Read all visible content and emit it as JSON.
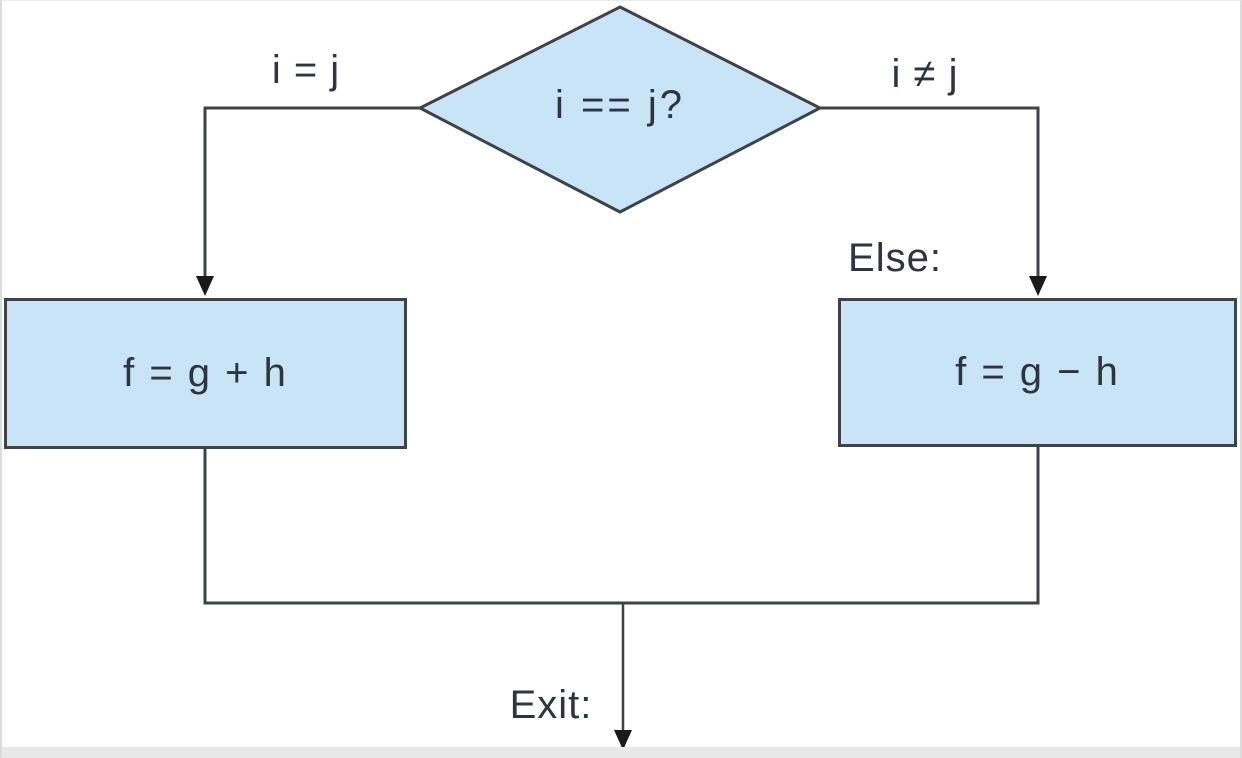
{
  "figure": {
    "type": "flowchart",
    "background_color": "#ffffff",
    "shape_fill_color": "#c8e4f6",
    "stroke_color": "#3e4347",
    "text_color": "#2c3540",
    "bottom_strip_color": "#e8e8e8"
  },
  "nodes": {
    "decision": {
      "shape": "diamond",
      "label": "i == j?"
    },
    "then_block": {
      "shape": "rectangle",
      "label": "f = g + h"
    },
    "else_block": {
      "shape": "rectangle",
      "label": "f = g − h"
    }
  },
  "edge_labels": {
    "true_branch": "i = j",
    "false_branch": "i ≠ j",
    "else_prefix": "Else:",
    "exit_prefix": "Exit:"
  }
}
